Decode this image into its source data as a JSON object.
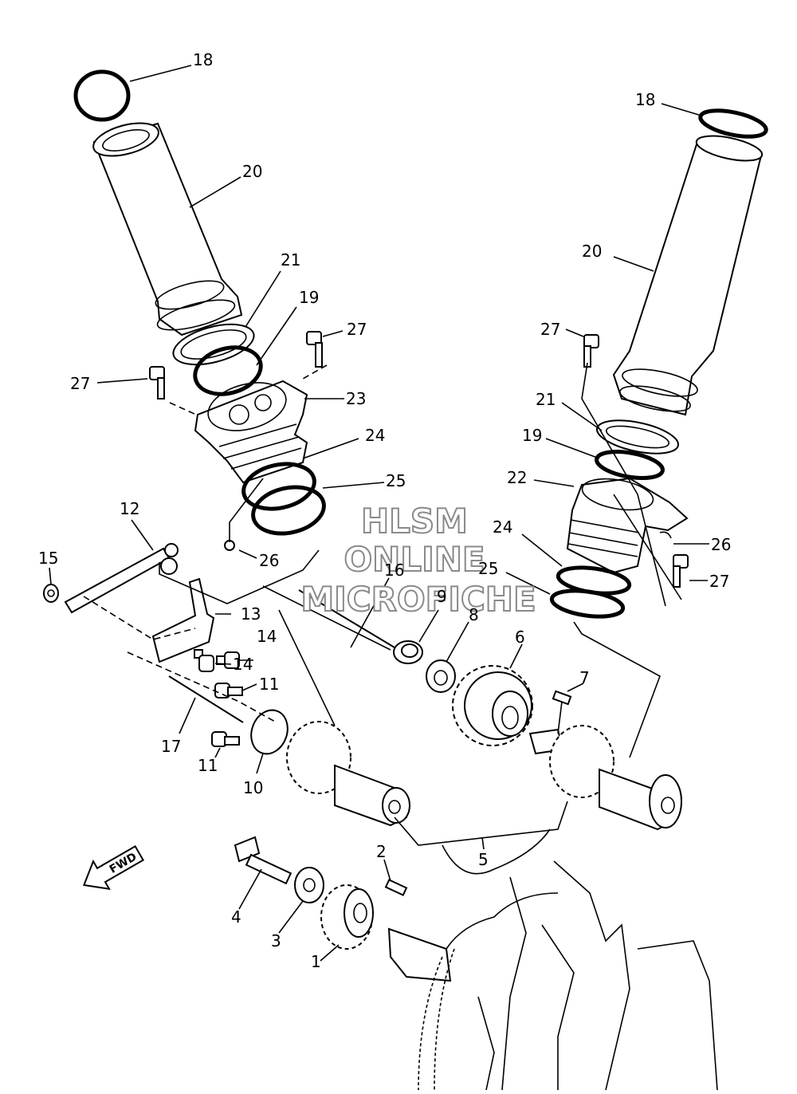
{
  "diagram": {
    "callouts": {
      "c18a": "18",
      "c20a": "20",
      "c21a": "21",
      "c19a": "19",
      "c27a": "27",
      "c27b": "27",
      "c23": "23",
      "c24a": "24",
      "c25a": "25",
      "c26a": "26",
      "c12": "12",
      "c15": "15",
      "c16": "16",
      "c13": "13",
      "c14a": "14",
      "c14b": "14",
      "c11a": "11",
      "c11b": "11",
      "c17": "17",
      "c10": "10",
      "c9": "9",
      "c8": "8",
      "c6": "6",
      "c7": "7",
      "c5": "5",
      "c2": "2",
      "c4": "4",
      "c3": "3",
      "c1": "1",
      "c18b": "18",
      "c20b": "20",
      "c27c": "27",
      "c21b": "21",
      "c19b": "19",
      "c22": "22",
      "c26b": "26",
      "c27d": "27",
      "c24b": "24",
      "c25b": "25"
    },
    "fwd_label": "FWD",
    "watermark": [
      "HLSM",
      "ONLINE",
      "MICROFICHE"
    ]
  }
}
